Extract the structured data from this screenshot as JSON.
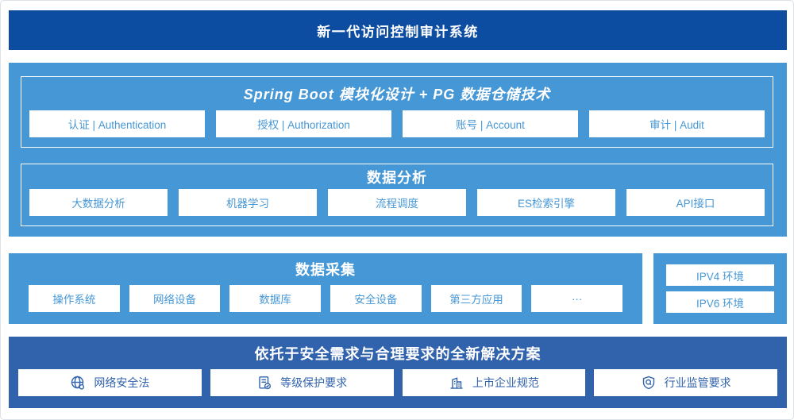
{
  "banner": {
    "title": "新一代访问控制审计系统"
  },
  "platform": {
    "module_section": {
      "title": "Spring Boot 模块化设计 + PG 数据仓储技术",
      "items": [
        "认证 | Authentication",
        "授权 | Authorization",
        "账号 | Account",
        "审计 | Audit"
      ]
    },
    "analysis_section": {
      "title": "数据分析",
      "items": [
        "大数据分析",
        "机器学习",
        "流程调度",
        "ES检索引擎",
        "API接口"
      ]
    }
  },
  "collection": {
    "title": "数据采集",
    "items": [
      "操作系统",
      "网络设备",
      "数据库",
      "安全设备",
      "第三方应用",
      "···"
    ]
  },
  "environments": {
    "items": [
      "IPV4 环境",
      "IPV6 环境"
    ]
  },
  "solution": {
    "title": "依托于安全需求与合理要求的全新解决方案",
    "items": [
      {
        "icon": "globe-icon",
        "label": "网络安全法"
      },
      {
        "icon": "document-check-icon",
        "label": "等级保护要求"
      },
      {
        "icon": "building-icon",
        "label": "上市企业规范"
      },
      {
        "icon": "shield-search-icon",
        "label": "行业监管要求"
      }
    ]
  },
  "colors": {
    "banner_blue": "#0c4da2",
    "sky_blue": "#4697d5",
    "navy_blue": "#3162ac",
    "box_white": "#ffffff"
  }
}
